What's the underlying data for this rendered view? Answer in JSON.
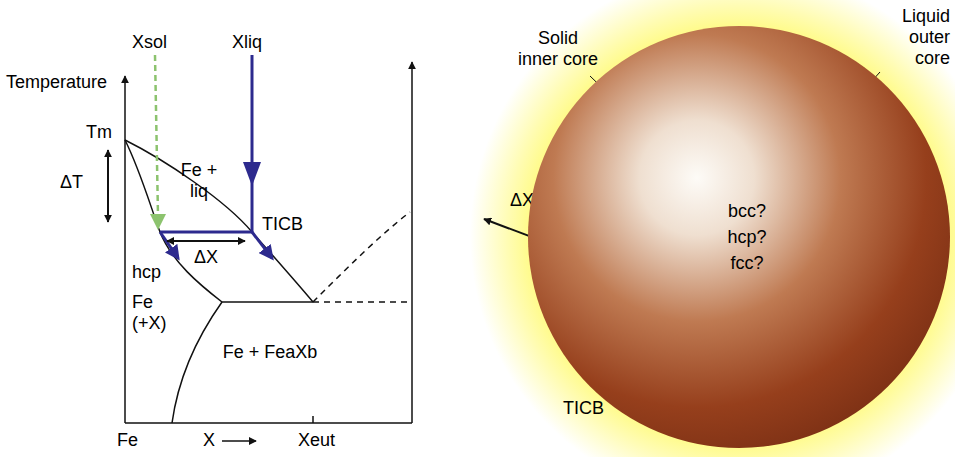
{
  "diagram": {
    "nodes": [
      {
        "text": [
          "bcc? hcp? fcc?"
        ]
      }
    ],
    "labels": [
      "Temperature",
      "Xsol",
      "Xliq",
      "Tm",
      "ΔT",
      "Fe + liq",
      "TICB",
      "ΔX",
      "hcp",
      "Fe (+X)",
      "Fe + FeaXb",
      "Fe",
      "X",
      "Xeut",
      "Solid inner core",
      "Liquid outer core",
      "ΔX",
      "TICB"
    ]
  }
}
